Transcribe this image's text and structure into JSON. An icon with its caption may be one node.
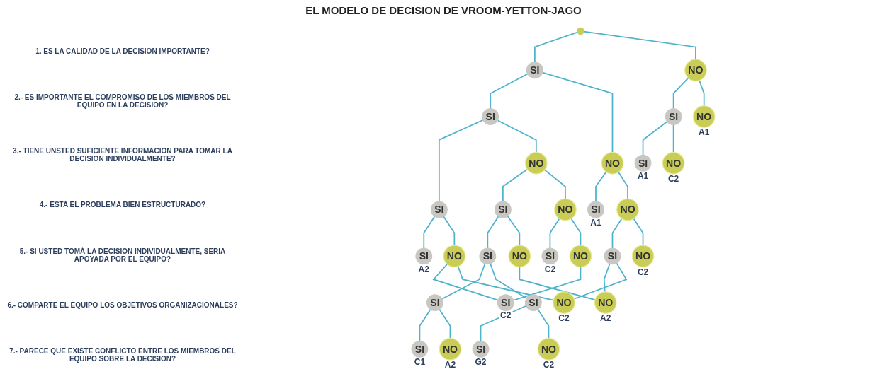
{
  "diagram": {
    "title": "EL MODELO DE DECISION DE VROOM-YETTON-JAGO",
    "nodes": [
      {
        "text": [],
        "shape": "circle"
      },
      {
        "text": [
          "SI"
        ]
      },
      {
        "text": [
          "NO"
        ]
      },
      {
        "text": [
          "SI"
        ]
      },
      {
        "text": [
          "NO"
        ]
      },
      {
        "text": [
          "SI"
        ]
      },
      {
        "text": [
          "NO"
        ],
        "beside": [
          "A1"
        ]
      },
      {
        "text": [
          "SI"
        ]
      },
      {
        "text": [
          "NO"
        ]
      },
      {
        "text": [
          "SI"
        ],
        "beside": [
          "A1"
        ]
      },
      {
        "text": [
          "NO"
        ]
      },
      {
        "text": [
          "SI"
        ]
      },
      {
        "text": [
          "NO"
        ]
      },
      {
        "text": [
          "SI"
        ]
      },
      {
        "text": [
          "NO"
        ],
        "beside": [
          "C2"
        ]
      },
      {
        "text": [
          "SI"
        ],
        "beside": [
          "A2"
        ]
      },
      {
        "text": [
          "NO"
        ]
      },
      {
        "text": [
          "SI"
        ]
      },
      {
        "text": [
          "NO"
        ]
      },
      {
        "text": [
          "SI"
        ],
        "beside": [
          "C2"
        ]
      },
      {
        "text": [
          "NO"
        ]
      },
      {
        "text": [
          "SI"
        ],
        "beside": [
          "A1"
        ]
      },
      {
        "text": [
          "NO"
        ],
        "beside": [
          "C2"
        ]
      },
      {
        "text": [
          "SI"
        ],
        "beside": [
          "C2"
        ]
      },
      {
        "text": [
          "NO"
        ],
        "beside": [
          "C2"
        ]
      },
      {
        "text": [
          "SI"
        ]
      },
      {
        "text": [
          "NO"
        ],
        "beside": [
          "A2"
        ]
      },
      {
        "text": [
          "SI"
        ]
      },
      {
        "text": [
          "SI"
        ],
        "beside": [
          "C1"
        ]
      },
      {
        "text": [
          "NO"
        ],
        "beside": [
          "A2"
        ]
      },
      {
        "text": [
          "SI"
        ],
        "beside": [
          "G2"
        ]
      },
      {
        "text": [
          "NO"
        ],
        "beside": [
          "C2"
        ]
      }
    ],
    "edges": [
      {
        "from": 0,
        "to": 1,
        "arrow": "none"
      },
      {
        "from": 0,
        "to": 2,
        "arrow": "none"
      },
      {
        "from": 1,
        "to": 3,
        "arrow": "none"
      },
      {
        "from": 1,
        "to": 4,
        "arrow": "none"
      },
      {
        "from": 2,
        "to": 5,
        "arrow": "none"
      },
      {
        "from": 2,
        "to": 6,
        "arrow": "none"
      },
      {
        "from": 3,
        "to": 7,
        "arrow": "none"
      },
      {
        "from": 3,
        "to": 8,
        "arrow": "none"
      },
      {
        "from": 4,
        "to": 9,
        "arrow": "none"
      },
      {
        "from": 4,
        "to": 10,
        "arrow": "none"
      },
      {
        "from": 8,
        "to": 11,
        "arrow": "none"
      },
      {
        "from": 8,
        "to": 12,
        "arrow": "none"
      },
      {
        "from": 10,
        "to": 13,
        "arrow": "none"
      },
      {
        "from": 10,
        "to": 14,
        "arrow": "none"
      },
      {
        "from": 7,
        "to": 15,
        "arrow": "none"
      },
      {
        "from": 7,
        "to": 16,
        "arrow": "none"
      },
      {
        "from": 11,
        "to": 17,
        "arrow": "none"
      },
      {
        "from": 11,
        "to": 18,
        "arrow": "none"
      },
      {
        "from": 12,
        "to": 19,
        "arrow": "none"
      },
      {
        "from": 12,
        "to": 20,
        "arrow": "none"
      },
      {
        "from": 5,
        "to": 21,
        "arrow": "none"
      },
      {
        "from": 5,
        "to": 22,
        "arrow": "none"
      },
      {
        "from": 16,
        "to": 23,
        "arrow": "none"
      },
      {
        "from": 16,
        "to": 24,
        "arrow": "none"
      },
      {
        "from": 17,
        "to": 25,
        "arrow": "none"
      },
      {
        "from": 17,
        "to": 27,
        "arrow": "none"
      },
      {
        "from": 18,
        "to": 26,
        "arrow": "none"
      },
      {
        "from": 13,
        "to": 26,
        "arrow": "none"
      },
      {
        "from": 13,
        "to": 24,
        "arrow": "none"
      },
      {
        "from": 20,
        "to": 23,
        "arrow": "none"
      },
      {
        "from": 25,
        "to": 28,
        "arrow": "none"
      },
      {
        "from": 25,
        "to": 29,
        "arrow": "none"
      },
      {
        "from": 27,
        "to": 30,
        "arrow": "none"
      },
      {
        "from": 27,
        "to": 31,
        "arrow": "none"
      }
    ],
    "labels": [
      "1. ES LA CALIDAD DE LA DECISION IMPORTANTE?",
      "2.- ES IMPORTANTE EL COMPROMISO DE LOS MIEMBROS DEL EQUIPO EN LA DECISION?",
      "3.- TIENE UNSTED SUFICIENTE INFORMACION PARA TOMAR LA DECISION INDIVIDUALMENTE?",
      "4.- ESTA EL PROBLEMA BIEN ESTRUCTURADO?",
      "5.- SI USTED TOMÁ LA DECISION INDIVIDUALMENTE, SERIA APOYADA POR EL EQUIPO?",
      "6.- COMPARTE EL EQUIPO LOS OBJETIVOS ORGANIZACIONALES?",
      "7.- PARECE QUE EXISTE CONFLICTO ENTRE LOS MIEMBROS DEL EQUIPO SOBRE LA DECISION?"
    ]
  }
}
